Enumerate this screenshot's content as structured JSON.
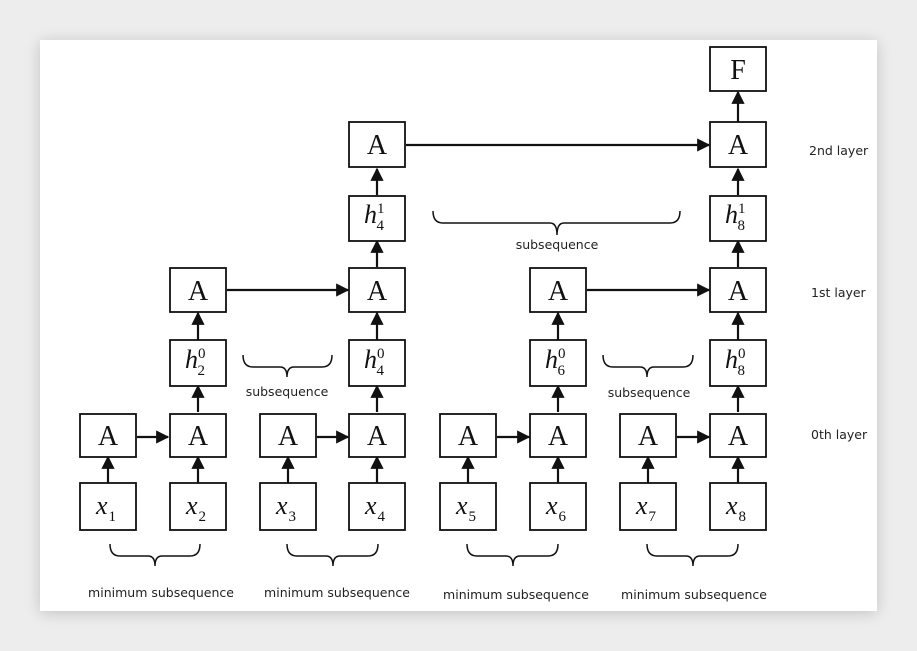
{
  "nodes": {
    "a0_1": "A",
    "a0_2": "A",
    "a0_3": "A",
    "a0_4": "A",
    "a0_5": "A",
    "a0_6": "A",
    "a0_7": "A",
    "a0_8": "A",
    "a1_2": "A",
    "a1_4": "A",
    "a1_6": "A",
    "a1_8": "A",
    "a2_4": "A",
    "a2_8": "A",
    "f": "F"
  },
  "inputs": [
    {
      "base": "x",
      "sub": "1"
    },
    {
      "base": "x",
      "sub": "2"
    },
    {
      "base": "x",
      "sub": "3"
    },
    {
      "base": "x",
      "sub": "4"
    },
    {
      "base": "x",
      "sub": "5"
    },
    {
      "base": "x",
      "sub": "6"
    },
    {
      "base": "x",
      "sub": "7"
    },
    {
      "base": "x",
      "sub": "8"
    }
  ],
  "hidden": {
    "h0_2": {
      "base": "h",
      "sub": "2",
      "sup": "0"
    },
    "h0_4": {
      "base": "h",
      "sub": "4",
      "sup": "0"
    },
    "h0_6": {
      "base": "h",
      "sub": "6",
      "sup": "0"
    },
    "h0_8": {
      "base": "h",
      "sub": "8",
      "sup": "0"
    },
    "h1_4": {
      "base": "h",
      "sub": "4",
      "sup": "1"
    },
    "h1_8": {
      "base": "h",
      "sub": "8",
      "sup": "1"
    }
  },
  "layers": {
    "layer0": "0th layer",
    "layer1": "1st layer",
    "layer2": "2nd layer"
  },
  "captions": {
    "min1": "minimum subsequence",
    "min2": "minimum subsequence",
    "min3": "minimum subsequence",
    "min4": "minimum subsequence",
    "sub_l1_left": "subsequence",
    "sub_l1_right": "subsequence",
    "sub_l2": "subsequence"
  }
}
